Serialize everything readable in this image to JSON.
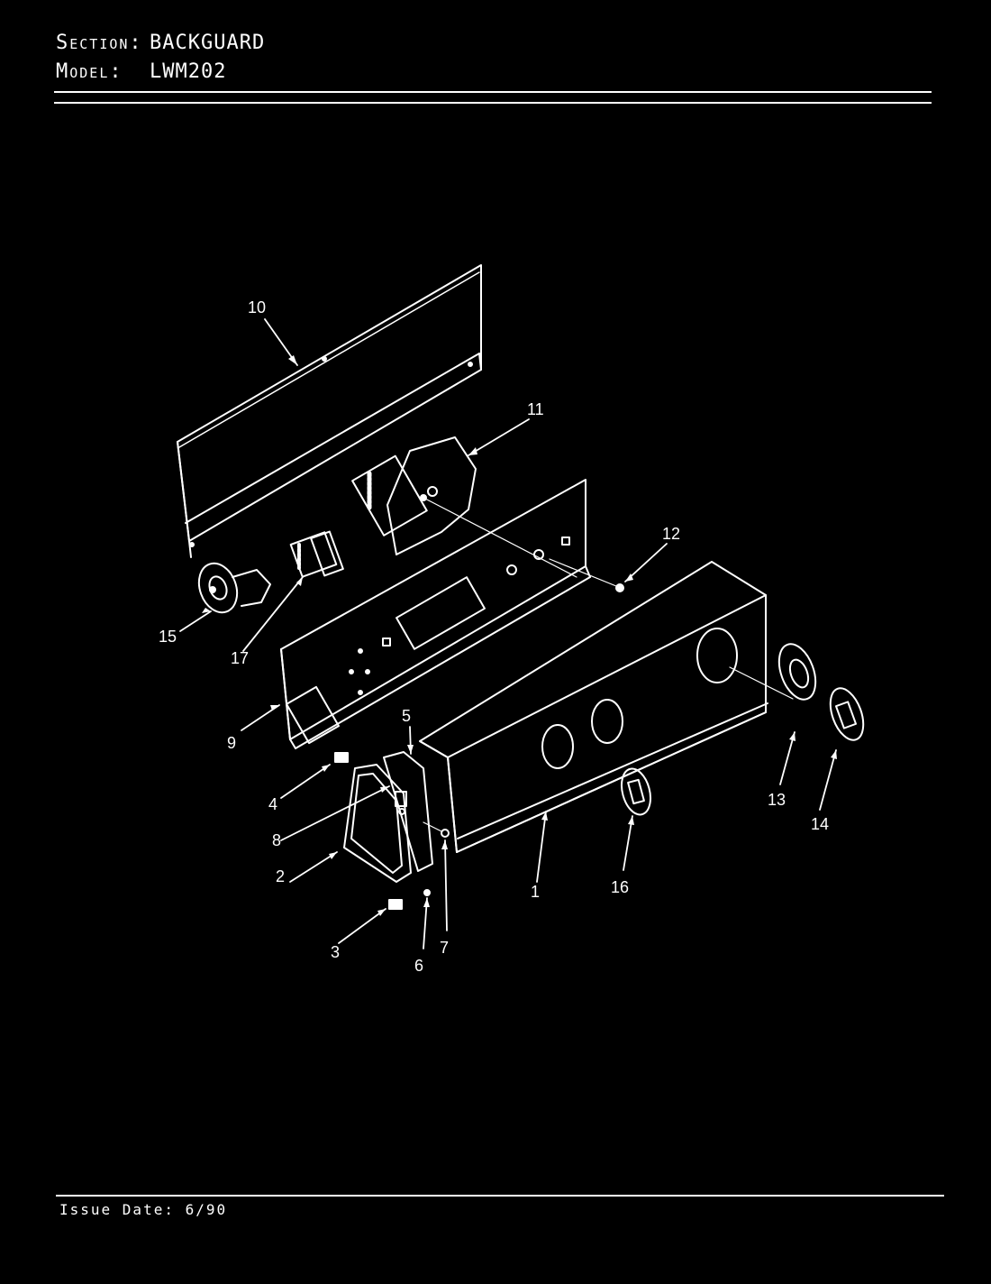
{
  "header": {
    "section_label": "Section:",
    "section_value": "BACKGUARD",
    "model_label": "Model:",
    "model_value": "LWM202"
  },
  "callouts": {
    "c1": "1",
    "c2": "2",
    "c3": "3",
    "c4": "4",
    "c5": "5",
    "c6": "6",
    "c7": "7",
    "c8": "8",
    "c9": "9",
    "c10": "10",
    "c11": "11",
    "c12": "12",
    "c13": "13",
    "c14": "14",
    "c15": "15",
    "c16": "16",
    "c17": "17"
  },
  "footer": {
    "issue_date": "Issue Date: 6/90"
  },
  "colors": {
    "background": "#000000",
    "foreground": "#ffffff"
  }
}
